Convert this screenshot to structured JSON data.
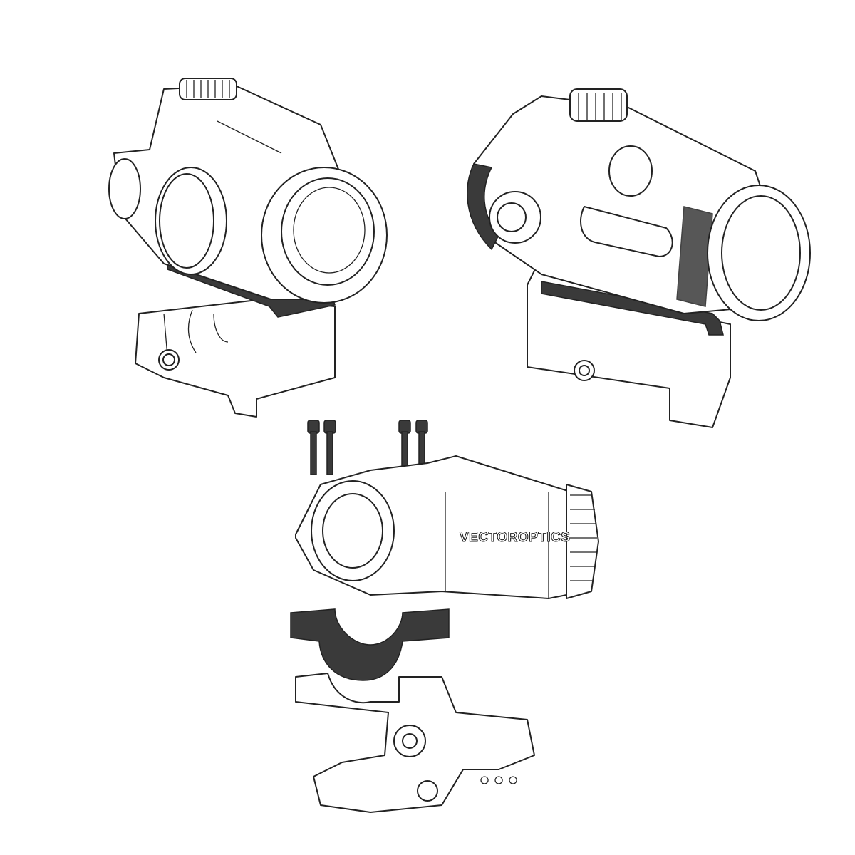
{
  "figure": {
    "background": "#ffffff",
    "line_color": "#222222",
    "accent_dark": "#3a3a3a",
    "items": [
      {
        "name": "red-dot-sight-compact",
        "position": "top-left"
      },
      {
        "name": "red-dot-sight-large",
        "position": "top-right"
      },
      {
        "name": "magnifier-exploded-mount",
        "position": "bottom-center"
      }
    ],
    "logo_text": "VECTOROPTICS"
  }
}
